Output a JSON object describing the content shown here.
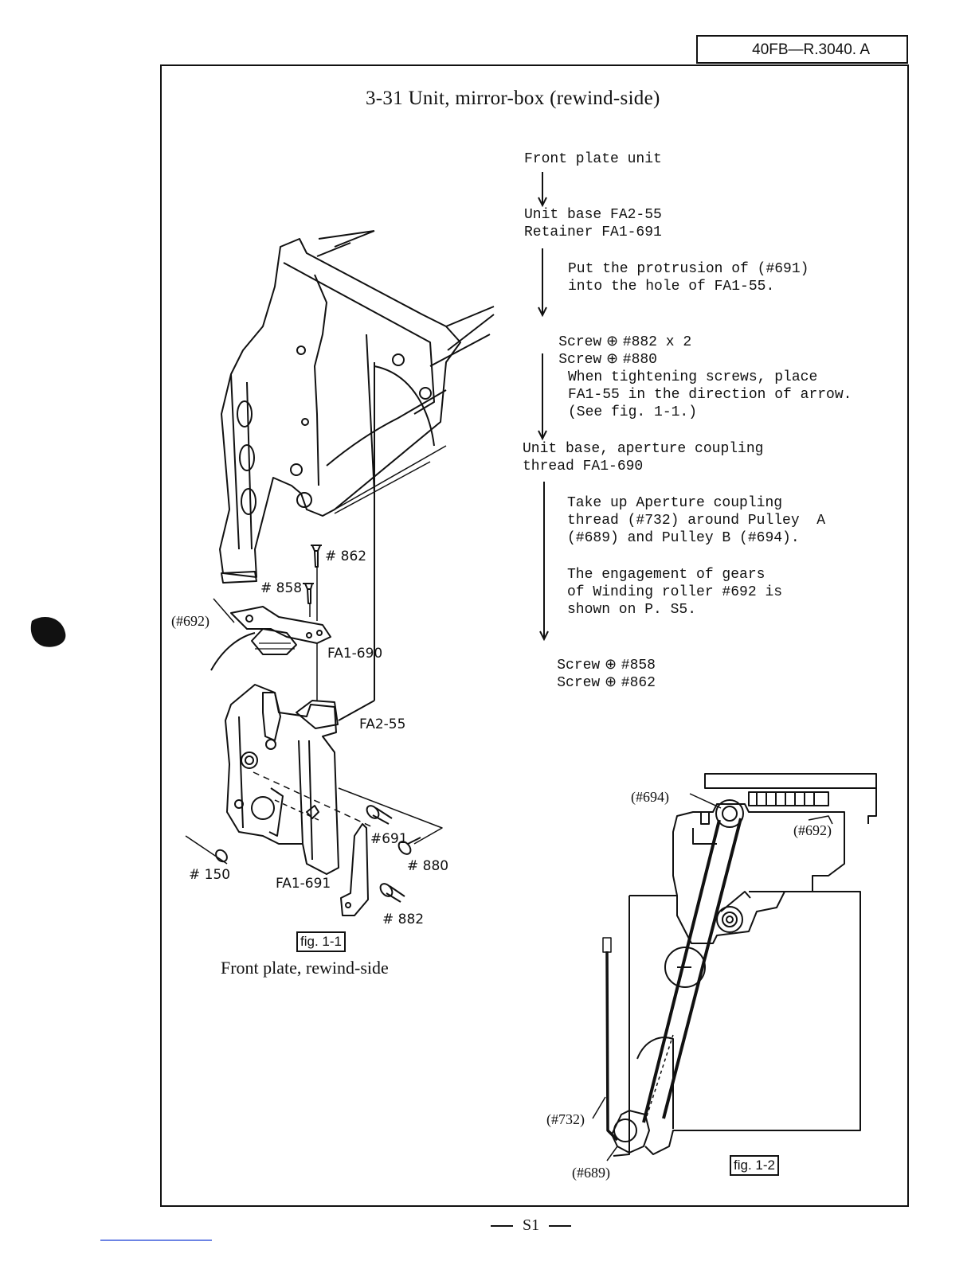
{
  "header": {
    "doc_number": "40FB—R.3040. A"
  },
  "title": "3-31 Unit, mirror-box (rewind-side)",
  "steps": {
    "s1": "Front plate unit",
    "s2a": "Unit base FA2-55",
    "s2b": "Retainer FA1-691",
    "n1a": "Put the protrusion of (#691)",
    "n1b": "into the hole of FA1-55.",
    "s3a": "#882 x 2",
    "s3b": "#880",
    "n2a": "When tightening screws, place",
    "n2b": "FA1-55 in the direction of arrow.",
    "n2c": "(See fig. 1-1.)",
    "s4a": "Unit base, aperture coupling",
    "s4b": "thread FA1-690",
    "n3a": "Take up Aperture coupling",
    "n3b": "thread (#732) around Pulley  A",
    "n3c": "(#689) and Pulley B (#694).",
    "n4a": "The engagement of gears",
    "n4b": "of Winding roller #692 is",
    "n4c": "shown on P. S5.",
    "s5a": "#858",
    "s5b": "#862",
    "screw_word": "Screw"
  },
  "fig1": {
    "labels": {
      "p862": "# 862",
      "p858": "# 858",
      "p692": "(#692)",
      "fa1_690": "FA1-690",
      "fa2_55": "FA2-55",
      "p691": "#691",
      "p880": "# 880",
      "p150": "# 150",
      "fa1_691": "FA1-691",
      "p882": "# 882"
    },
    "tag": "fig. 1-1",
    "caption": "Front plate, rewind-side"
  },
  "fig2": {
    "labels": {
      "p694": "(#694)",
      "p692": "(#692)",
      "p732": "(#732)",
      "p689": "(#689)"
    },
    "tag": "fig. 1-2"
  },
  "footer": {
    "page": "S1"
  }
}
